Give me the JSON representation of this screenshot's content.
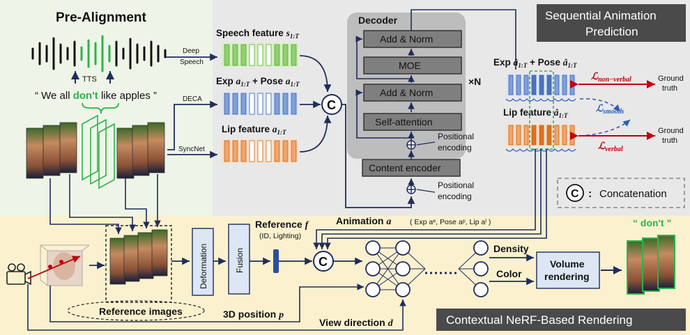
{
  "prealign": {
    "title": "Pre-Alignment",
    "tts": "TTS",
    "quote_open": "“ We all ",
    "quote_highlight": "don't",
    "quote_close": " like apples ”",
    "deep_speech_1": "Deep",
    "deep_speech_2": "Speech",
    "deca": "DECA",
    "syncnet": "SyncNet"
  },
  "features": {
    "speech": "Speech feature",
    "speech_sym": "s",
    "exp": "Exp",
    "pose": "+ Pose",
    "lip": "Lip feature",
    "sub": "1:T"
  },
  "concat_symbol": "C",
  "decoder": {
    "title": "Decoder",
    "blocks": [
      "Add & Norm",
      "MOE",
      "Add & Norm",
      "Self-attention"
    ],
    "repeat": "×N",
    "content_encoder": "Content encoder",
    "pos_enc_1": "Positional",
    "pos_enc_2": "encoding"
  },
  "sap": {
    "title_1": "Sequential Animation",
    "title_2": "Prediction",
    "exp_pose": "Exp",
    "pose": "+ Pose",
    "lip": "Lip feature",
    "loss_nonverbal": "non−verbal",
    "loss_smooth": "smooth",
    "loss_verbal": "verbal",
    "gt_1": "Ground",
    "gt_2": "truth",
    "concat_legend": "Concatenation"
  },
  "render": {
    "reference_label": "Reference",
    "reference_sym": "f",
    "ref_sub": "(ID, Lighting)",
    "deformation": "Deformation",
    "fusion": "Fusion",
    "animation": "Animation",
    "animation_sym": "a",
    "animation_detail": "( Exp aᵉ, Pose aᵖ, Lip aˡ )",
    "reference_images": "Reference images",
    "position_3d": "3D position",
    "position_sym": "p",
    "view_direction": "View direction",
    "view_sym": "d",
    "density": "Density",
    "color": "Color",
    "volume_1": "Volume",
    "volume_2": "rendering",
    "output_word": "“ don't ”",
    "title": "Contextual NeRF-Based Rendering"
  },
  "colors": {
    "green": "#2db34a",
    "blue": "#4472c4",
    "orange": "#ed7d31",
    "red": "#c0000f",
    "dark_title": "#4a4a4a"
  }
}
